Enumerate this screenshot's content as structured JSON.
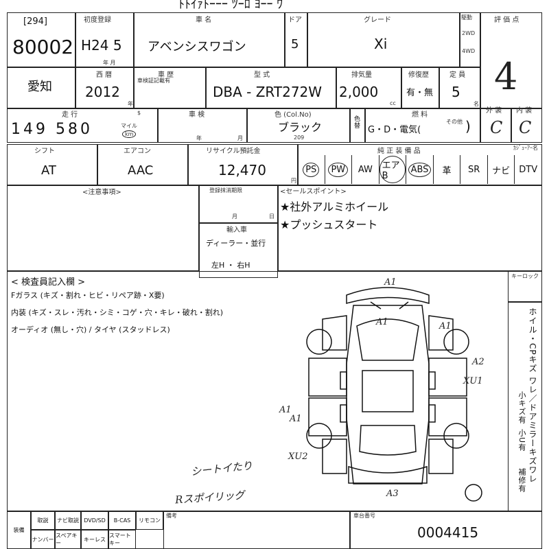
{
  "header": {
    "title_partial": "ﾄﾄｲｧﾄｰｰｰ ﾂｰﾛ ﾖｰｰ ﾜ"
  },
  "lot": {
    "code": "[294]",
    "number": "80002"
  },
  "first_reg": {
    "label": "初度登録",
    "value": "H24 5",
    "sub": "年 月"
  },
  "car_name": {
    "label": "車 名",
    "value": "アベンシスワゴン"
  },
  "door": {
    "label": "ドア",
    "value": "5"
  },
  "grade": {
    "label": "グレード",
    "value": "Xi"
  },
  "drive": {
    "label": "駆動",
    "opt1": "2WD",
    "opt2": "4WD"
  },
  "rating": {
    "label": "評 価 点",
    "value": "4"
  },
  "region": {
    "value": "愛知"
  },
  "year": {
    "label": "西 暦",
    "value": "2012",
    "unit": "年"
  },
  "shaken": {
    "label": "車 歴",
    "sub": "車検証記載有"
  },
  "model": {
    "label": "型 式",
    "value": "DBA - ZRT272W"
  },
  "displacement": {
    "label": "排気量",
    "value": "2,000",
    "unit": "cc"
  },
  "repair": {
    "label": "修復歴",
    "value": "有・無"
  },
  "capacity": {
    "label": "定 員",
    "value": "5",
    "unit": "名"
  },
  "mileage": {
    "label": "走 行",
    "value": "149 580",
    "unit_mile": "マイル",
    "unit_km": "km",
    "sub": "$"
  },
  "inspection": {
    "label": "車 検",
    "unit_y": "年",
    "unit_m": "月"
  },
  "color": {
    "label": "色 (Col.No)",
    "value": "ブラック",
    "code": "209",
    "side1": "色替"
  },
  "fuel": {
    "label": "燃 料",
    "value": "G・D・電気(",
    "other": "その他",
    "close": ")"
  },
  "exterior": {
    "label": "外 装",
    "value": "C"
  },
  "interior": {
    "label": "内 装",
    "value": "C"
  },
  "shift": {
    "label": "シフト",
    "value": "AT"
  },
  "aircon": {
    "label": "エアコン",
    "value": "AAC"
  },
  "recycle": {
    "label": "リサイクル預託金",
    "value": "12,470",
    "unit": "円"
  },
  "equipment": {
    "label": "純 正 装 備 品",
    "items": [
      "PS",
      "PW",
      "AW",
      "エアB",
      "ABS",
      "革",
      "SR",
      "ナビ",
      "DTV"
    ],
    "circled": [
      true,
      true,
      false,
      true,
      true,
      false,
      false,
      false,
      false
    ],
    "extra": "ｶｼﾞｭｰｱｰ名"
  },
  "notes": {
    "label": "<注意事項>"
  },
  "deadline": {
    "label": "登録抹消期限",
    "month": "月",
    "day": "日"
  },
  "import": {
    "label": "輸入車",
    "dealer": "ディーラー・並行",
    "handle": "左H ・ 右H"
  },
  "sales": {
    "label": "<セールスポイント>",
    "points": [
      "★社外アルミホイール",
      "★プッシュスタート"
    ]
  },
  "inspector": {
    "title": "< 検査員記入欄 >",
    "lines": [
      "Fガラス (キズ・割れ・ヒビ・リペア跡・X要)",
      "内装 (キズ・スレ・汚れ・シミ・コゲ・穴・キレ・破れ・割れ)",
      "オーディオ (無し・穴) / タイヤ (スタッドレス)"
    ]
  },
  "keylock": {
    "label": "キーロック"
  },
  "right_column": {
    "text": "ホイル・CPキズ ワレ／ドアミラーキズワレ",
    "sub1": "小キズ有",
    "sub2": "小U有",
    "sub3": "補修有"
  },
  "damage_marks": [
    "A1",
    "A1",
    "A2",
    "XU1",
    "A1",
    "A1",
    "XU2",
    "A3",
    "A1"
  ],
  "handwritten": {
    "line1": "シートイたり",
    "line2": "Rスポイリッグ"
  },
  "bottom": {
    "row1": [
      "装備",
      "取説",
      "ナビ取説",
      "DVD/SD",
      "B-CAS",
      "リモコン"
    ],
    "row2": [
      "",
      "ナンバー",
      "スペアキー",
      "キーレス",
      "スマートキー",
      ""
    ],
    "note_label": "備考",
    "serial_label": "車台番号",
    "serial": "0004415"
  }
}
